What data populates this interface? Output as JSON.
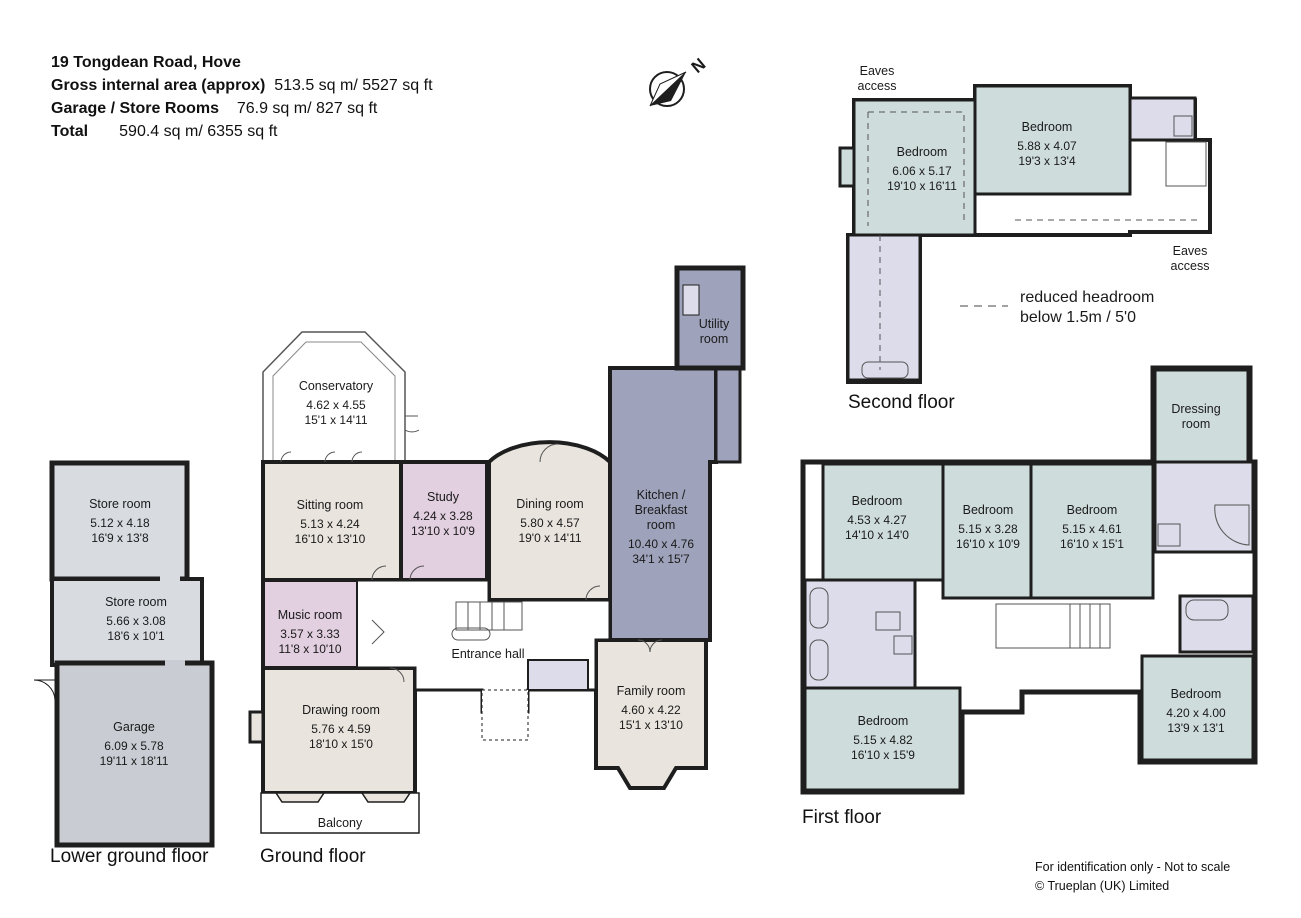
{
  "header": {
    "address": "19 Tongdean Road, Hove",
    "gia_label": "Gross internal area (approx)",
    "gia_value": "513.5 sq m/ 5527 sq ft",
    "garage_label": "Garage / Store Rooms",
    "garage_value": "76.9 sq m/ 827 sq ft",
    "total_label": "Total",
    "total_value": "590.4 sq m/ 6355 sq ft"
  },
  "compass": {
    "letter": "N"
  },
  "floors": {
    "lower_ground": "Lower ground floor",
    "ground": "Ground floor",
    "first": "First floor",
    "second": "Second floor"
  },
  "legend": {
    "line1": "reduced headroom",
    "line2": "below 1.5m / 5'0"
  },
  "footer": {
    "disclaimer": "For identification only - Not to scale",
    "copyright": "© Trueplan (UK) Limited"
  },
  "colors": {
    "wall": "#1e1e1e",
    "store_grey": "#d8dce1",
    "garage_grey": "#c9cdd3",
    "beige": "#e9e5de",
    "pink": "#e2cfe0",
    "blue_grey": "#cfdcdc",
    "kitchen_blue": "#9ea3bb",
    "bath_lavender": "#dcdcea"
  },
  "rooms": {
    "store1": {
      "name": "Store room",
      "m": "5.12  x  4.18",
      "ft": "16'9  x  13'8"
    },
    "store2": {
      "name": "Store room",
      "m": "5.66  x  3.08",
      "ft": "18'6  x  10'1"
    },
    "garage": {
      "name": "Garage",
      "m": "6.09  x  5.78",
      "ft": "19'11  x  18'11"
    },
    "conservatory": {
      "name": "Conservatory",
      "m": "4.62  x  4.55",
      "ft": "15'1  x  14'11"
    },
    "sitting": {
      "name": "Sitting room",
      "m": "5.13  x  4.24",
      "ft": "16'10  x  13'10"
    },
    "study": {
      "name": "Study",
      "m": "4.24  x  3.28",
      "ft": "13'10  x  10'9"
    },
    "dining": {
      "name": "Dining room",
      "m": "5.80  x  4.57",
      "ft": "19'0  x  14'11"
    },
    "kitchen": {
      "name1": "Kitchen /",
      "name2": "Breakfast",
      "name3": "room",
      "m": "10.40  x  4.76",
      "ft": "34'1  x  15'7"
    },
    "utility": {
      "name1": "Utility",
      "name2": "room"
    },
    "music": {
      "name": "Music room",
      "m": "3.57  x  3.33",
      "ft": "11'8  x  10'10"
    },
    "drawing": {
      "name": "Drawing room",
      "m": "5.76  x  4.59",
      "ft": "18'10  x  15'0"
    },
    "balcony": {
      "name": "Balcony"
    },
    "entrance": {
      "name": "Entrance hall"
    },
    "family": {
      "name": "Family room",
      "m": "4.60  x  4.22",
      "ft": "15'1  x  13'10"
    },
    "f_bed1": {
      "name": "Bedroom",
      "m": "4.53  x  4.27",
      "ft": "14'10  x  14'0"
    },
    "f_bed2": {
      "name": "Bedroom",
      "m": "5.15  x  3.28",
      "ft": "16'10  x  10'9"
    },
    "f_bed3": {
      "name": "Bedroom",
      "m": "5.15  x  4.61",
      "ft": "16'10  x  15'1"
    },
    "f_bed4": {
      "name": "Bedroom",
      "m": "5.15  x  4.82",
      "ft": "16'10  x  15'9"
    },
    "f_bed5": {
      "name": "Bedroom",
      "m": "4.20  x  4.00",
      "ft": "13'9  x  13'1"
    },
    "dressing": {
      "name1": "Dressing",
      "name2": "room"
    },
    "s_bed1": {
      "name": "Bedroom",
      "m": "6.06  x  5.17",
      "ft": "19'10  x  16'11"
    },
    "s_bed2": {
      "name": "Bedroom",
      "m": "5.88  x  4.07",
      "ft": "19'3  x  13'4"
    },
    "eaves1": {
      "line1": "Eaves",
      "line2": "access"
    },
    "eaves2": {
      "line1": "Eaves",
      "line2": "access"
    }
  }
}
